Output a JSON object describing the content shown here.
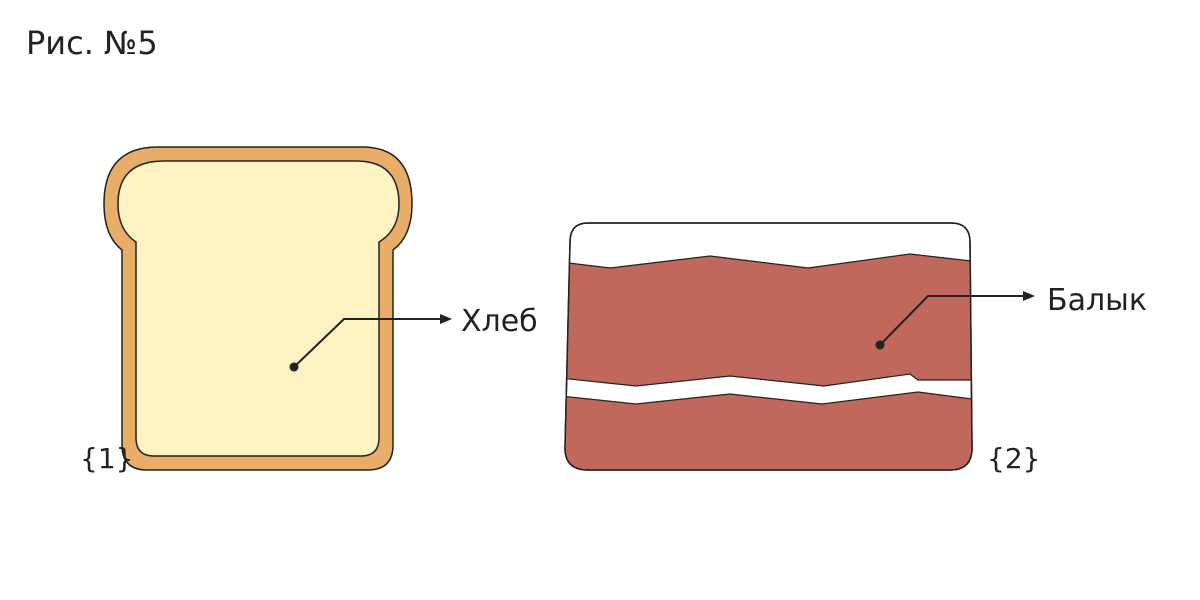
{
  "figure": {
    "title": "Рис. №5"
  },
  "items": [
    {
      "name": "bread",
      "label": "Хлеб",
      "index": "{1}",
      "colors": {
        "crust": "#e8ad66",
        "crumb": "#fdf2c2"
      }
    },
    {
      "name": "balyk",
      "label": "Балык",
      "index": "{2}",
      "colors": {
        "meat": "#c0685b",
        "fat": "#ffffff"
      }
    }
  ],
  "colors": {
    "outline": "#222222",
    "background": "#ffffff"
  }
}
